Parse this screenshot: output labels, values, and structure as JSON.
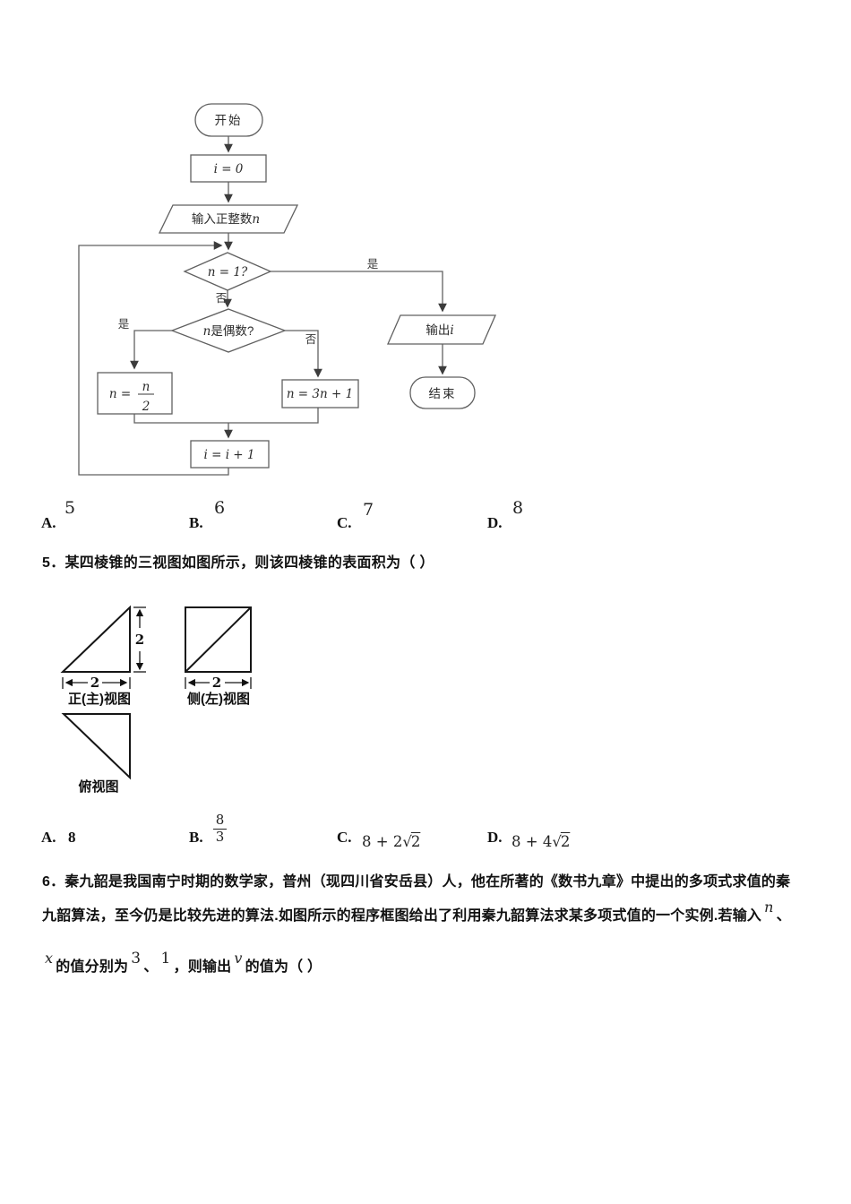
{
  "page": {
    "background": "#ffffff",
    "ink": "#111111",
    "flow_stroke": "#606060"
  },
  "flowchart": {
    "start": "开始",
    "init": "i = 0",
    "input_text": "输入正整数",
    "input_var": "n",
    "cond1": "n = 1?",
    "yes": "是",
    "no": "否",
    "cond2_var": "n",
    "cond2_text": "是偶数?",
    "half_prefix": "n =",
    "half_num": "n",
    "half_den": "2",
    "triple": "n = 3n + 1",
    "inc": "i = i + 1",
    "output_text": "输出",
    "output_var": "i",
    "end": "结束"
  },
  "q4_options": [
    {
      "label": "A.",
      "value": "5"
    },
    {
      "label": "B.",
      "value": "6"
    },
    {
      "label": "C.",
      "value": "7"
    },
    {
      "label": "D.",
      "value": "8"
    }
  ],
  "q5": {
    "title": "5．某四棱锥的三视图如图所示，则该四棱锥的表面积为（  ）",
    "views": {
      "front_label": "正(主)视图",
      "side_label": "侧(左)视图",
      "top_label": "俯视图",
      "height_dim": "2",
      "front_width_dim": "2",
      "side_width_dim": "2"
    },
    "options": [
      {
        "label": "A.",
        "value": "8"
      },
      {
        "label": "B.",
        "num": "8",
        "den": "3"
      },
      {
        "label": "C.",
        "prefix": "8 + 2",
        "radicand": "2"
      },
      {
        "label": "D.",
        "prefix": "8 + 4",
        "radicand": "2"
      }
    ]
  },
  "q6": {
    "line1": "6．秦九韶是我国南宁时期的数学家，普州（现四川省安岳县）人，他在所著的《数书九章》中提出的多项式求值的秦",
    "line2": "九韶算法，至今仍是比较先进的算法.如图所示的程序框图给出了利用秦九韶算法求某多项式值的一个实例.若输入",
    "line2_var": "n",
    "line2_tail": "、",
    "line3_var1": "x",
    "line3_seg1": "的值分别为",
    "line3_val1": "3",
    "line3_sep": "、",
    "line3_val2": "1",
    "line3_seg2": "，则输出",
    "line3_var2": "v",
    "line3_seg3": "的值为（  ）"
  }
}
